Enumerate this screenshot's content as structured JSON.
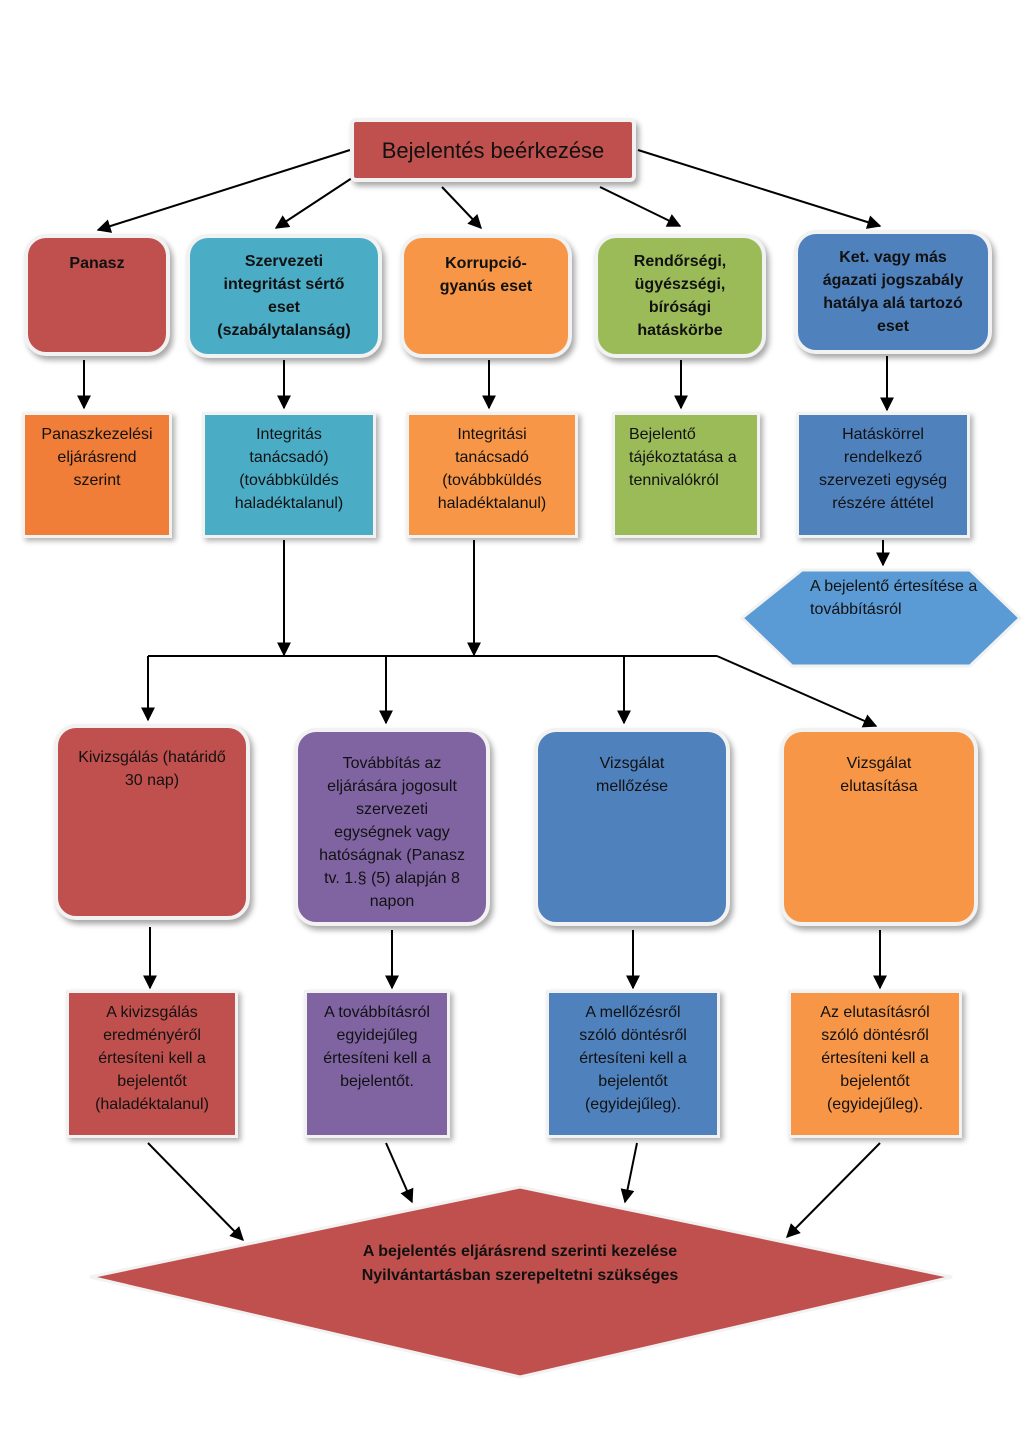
{
  "root": {
    "label": "Bejelentés beérkezése"
  },
  "categories": {
    "panasz": "Panasz",
    "szervezeti": "Szervezeti integritást sértő eset (szabálytalanság)",
    "korrupcio": "Korrupció-gyanús eset",
    "rendorsegi": "Rendőrségi, ügyészségi, bírósági hatáskörbe",
    "ket": "Ket. vagy más ágazati jogszabály hatálya alá tartozó eset"
  },
  "handling": {
    "panasz": "Panaszkezelési eljárásrend szerint",
    "szervezeti": "Integritás tanácsadó) (továbbküldés haladéktalanul)",
    "korrupcio": "Integritási tanácsadó (továbbküldés haladéktalanul)",
    "rendorsegi": "Bejelentő tájékoztatása a tennivalókról",
    "ket": "Hatáskörrel rendelkező szervezeti egység részére áttétel"
  },
  "notify_forwarding": "A bejelentő értesítése a továbbításról",
  "outcomes": {
    "kivizsgalas": "Kivizsgálás (határidő 30 nap)",
    "tovabbitas": "Továbbítás az eljárására jogosult szervezeti egységnek vagy hatóságnak (Panasz tv. 1.§ (5) alapján 8 napon",
    "mellozes": "Vizsgálat mellőzése",
    "elutasitas": "Vizsgálat elutasítása"
  },
  "notifications": {
    "kivizsgalas": "A kivizsgálás eredményéről értesíteni kell a bejelentőt (haladéktalanul)",
    "tovabbitas": "A továbbításról egyidejűleg értesíteni kell a bejelentőt.",
    "mellozes": "A mellőzésről szóló döntésről értesíteni kell a bejelentőt (egyidejűleg).",
    "elutasitas": "Az elutasításról szóló döntésről értesíteni kell a bejelentőt (egyidejűleg)."
  },
  "final": {
    "line1": "A bejelentés eljárásrend szerinti kezelése",
    "line2": "Nyilvántartásban szerepeltetni szükséges"
  },
  "colors": {
    "red": "#c0504d",
    "teal": "#4bacc6",
    "orange": "#f79646",
    "green": "#9bbb59",
    "blue": "#4f81bd",
    "purple": "#8064a2",
    "hexagon": "#5b9bd5"
  }
}
